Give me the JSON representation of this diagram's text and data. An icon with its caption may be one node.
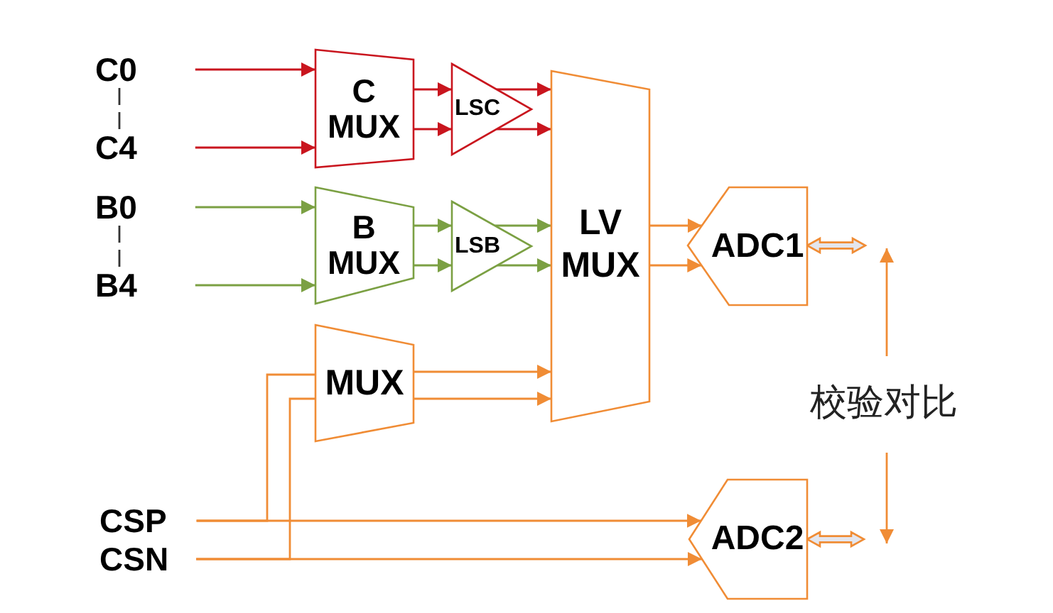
{
  "diagram": {
    "nodes": [
      {
        "text": [
          "C0"
        ]
      },
      {
        "text": [
          "C4"
        ]
      },
      {
        "text": [
          "B0"
        ]
      },
      {
        "text": [
          "B4"
        ]
      },
      {
        "text": [
          "C MUX"
        ]
      },
      {
        "text": [
          "LSC"
        ]
      },
      {
        "text": [
          "B MUX"
        ]
      },
      {
        "text": [
          "LSB"
        ]
      },
      {
        "text": [
          "MUX"
        ]
      },
      {
        "text": [
          "LV MUX"
        ]
      },
      {
        "text": [
          "ADC1"
        ]
      },
      {
        "text": [
          "ADC2"
        ]
      },
      {
        "text": [
          "CSP"
        ]
      },
      {
        "text": [
          "CSN"
        ]
      },
      {
        "text": [
          "校验对比"
        ]
      }
    ],
    "edges": [
      {
        "from": 0,
        "to": 4,
        "arrow": "to",
        "color": "#c9151e"
      },
      {
        "from": 1,
        "to": 4,
        "arrow": "to",
        "color": "#c9151e"
      },
      {
        "from": 0,
        "to": 1,
        "arrow": "none",
        "style": "dashed",
        "color": "#333333"
      },
      {
        "from": 4,
        "to": 5,
        "arrow": "to",
        "color": "#c9151e"
      },
      {
        "from": 4,
        "to": 5,
        "arrow": "to",
        "color": "#c9151e"
      },
      {
        "from": 5,
        "to": 9,
        "arrow": "to",
        "color": "#c9151e"
      },
      {
        "from": 5,
        "to": 9,
        "arrow": "to",
        "color": "#c9151e"
      },
      {
        "from": 2,
        "to": 6,
        "arrow": "to",
        "color": "#7ba043"
      },
      {
        "from": 3,
        "to": 6,
        "arrow": "to",
        "color": "#7ba043"
      },
      {
        "from": 2,
        "to": 3,
        "arrow": "none",
        "style": "dashed",
        "color": "#333333"
      },
      {
        "from": 6,
        "to": 7,
        "arrow": "to",
        "color": "#7ba043"
      },
      {
        "from": 6,
        "to": 7,
        "arrow": "to",
        "color": "#7ba043"
      },
      {
        "from": 7,
        "to": 9,
        "arrow": "to",
        "color": "#7ba043"
      },
      {
        "from": 7,
        "to": 9,
        "arrow": "to",
        "color": "#7ba043"
      },
      {
        "from": 8,
        "to": 9,
        "arrow": "to"
      },
      {
        "from": 8,
        "to": 9,
        "arrow": "to"
      },
      {
        "from": 12,
        "to": 8,
        "arrow": "none"
      },
      {
        "from": 13,
        "to": 8,
        "arrow": "none"
      },
      {
        "from": 12,
        "to": 11,
        "arrow": "to"
      },
      {
        "from": 13,
        "to": 11,
        "arrow": "to"
      },
      {
        "from": 9,
        "to": 10,
        "arrow": "to"
      },
      {
        "from": 9,
        "to": 10,
        "arrow": "to"
      },
      {
        "from": 10,
        "to": null,
        "arrow": "both",
        "style": "thick"
      },
      {
        "from": 11,
        "to": null,
        "arrow": "both",
        "style": "thick"
      },
      {
        "from": 14,
        "to": null,
        "arrow": "to"
      },
      {
        "from": 14,
        "to": null,
        "arrow": "to"
      }
    ]
  }
}
